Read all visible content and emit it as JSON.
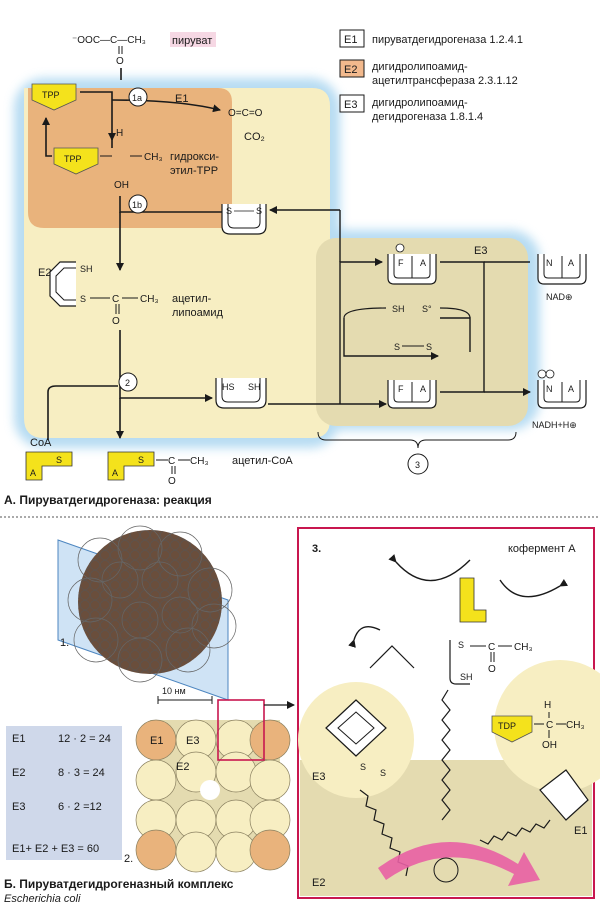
{
  "panel_a": {
    "pyruvate_formula": "⁻OOC—C—CH₃",
    "pyruvate_o": "O",
    "pyruvate_label": "пируват",
    "co2_formula": "O=C=O",
    "co2_label": "CO₂",
    "tpp": "TPP",
    "step_1a": "1a",
    "step_1b": "1b",
    "step_2": "2",
    "step_3": "3",
    "e1_tag": "E1",
    "e2_tag": "E2",
    "e3_tag": "E3",
    "hydroxyethyl_h": "H",
    "hydroxyethyl_oh": "OH",
    "hydroxyethyl_ch3": "CH₃",
    "hydroxyethyl_label_1": "гидрокси-",
    "hydroxyethyl_label_2": "этил-TPP",
    "acetyl_lipoamide_1": "ацетил-",
    "acetyl_lipoamide_2": "липоамид",
    "acetyl_ch3": "CH₃",
    "acetyl_o": "O",
    "sh": "SH",
    "s": "S",
    "hs": "HS",
    "s_radical": "S°",
    "f": "F",
    "a": "A",
    "n": "N",
    "coa": "CoA",
    "acetyl_coa": "ацетил-CoA",
    "nad": "NAD⊕",
    "nadh": "NADH+H⊕",
    "caption": "А. Пируватдегидрогеназа: реакция"
  },
  "legend": {
    "items": [
      {
        "tag": "E1",
        "lines": [
          "пируватдегидрогеназа 1.2.4.1"
        ],
        "color": "#ffffff"
      },
      {
        "tag": "E2",
        "lines": [
          "дигидролипоамид-",
          "ацетилтрансфераза 2.3.1.12"
        ],
        "color": "#f2b98d"
      },
      {
        "tag": "E3",
        "lines": [
          "дигидролипоамид-",
          "дегидрогеназа 1.8.1.4"
        ],
        "color": "#ffffff"
      }
    ]
  },
  "panel_b": {
    "num_1": "1.",
    "num_2": "2.",
    "num_3": "3.",
    "scale": "10 нм",
    "e1": "E1",
    "e2": "E2",
    "e3": "E3",
    "tdp": "TDP",
    "h": "H",
    "oh": "OH",
    "ch3": "CH₃",
    "o": "O",
    "coenzyme": "кофермент А",
    "table": [
      {
        "name": "E1",
        "expr": "12 · 2 = 24"
      },
      {
        "name": "E2",
        "expr": "8 · 3 = 24"
      },
      {
        "name": "E3",
        "expr": "6 · 2 =12"
      }
    ],
    "total": "E1+ E2 + E3 = 60",
    "caption_1": "Б. Пируватдегидрогеназный комплекс",
    "caption_2": "Escherichia coli"
  },
  "colors": {
    "e1_fill": "#e9b37c",
    "e2_fill": "#f7eec2",
    "e3_fill": "#e4dbb0",
    "halo": "#aad6f0",
    "tpp_yellow": "#f4e21c",
    "magenta": "#d9306f",
    "pink_arrow": "#e85fa4"
  }
}
